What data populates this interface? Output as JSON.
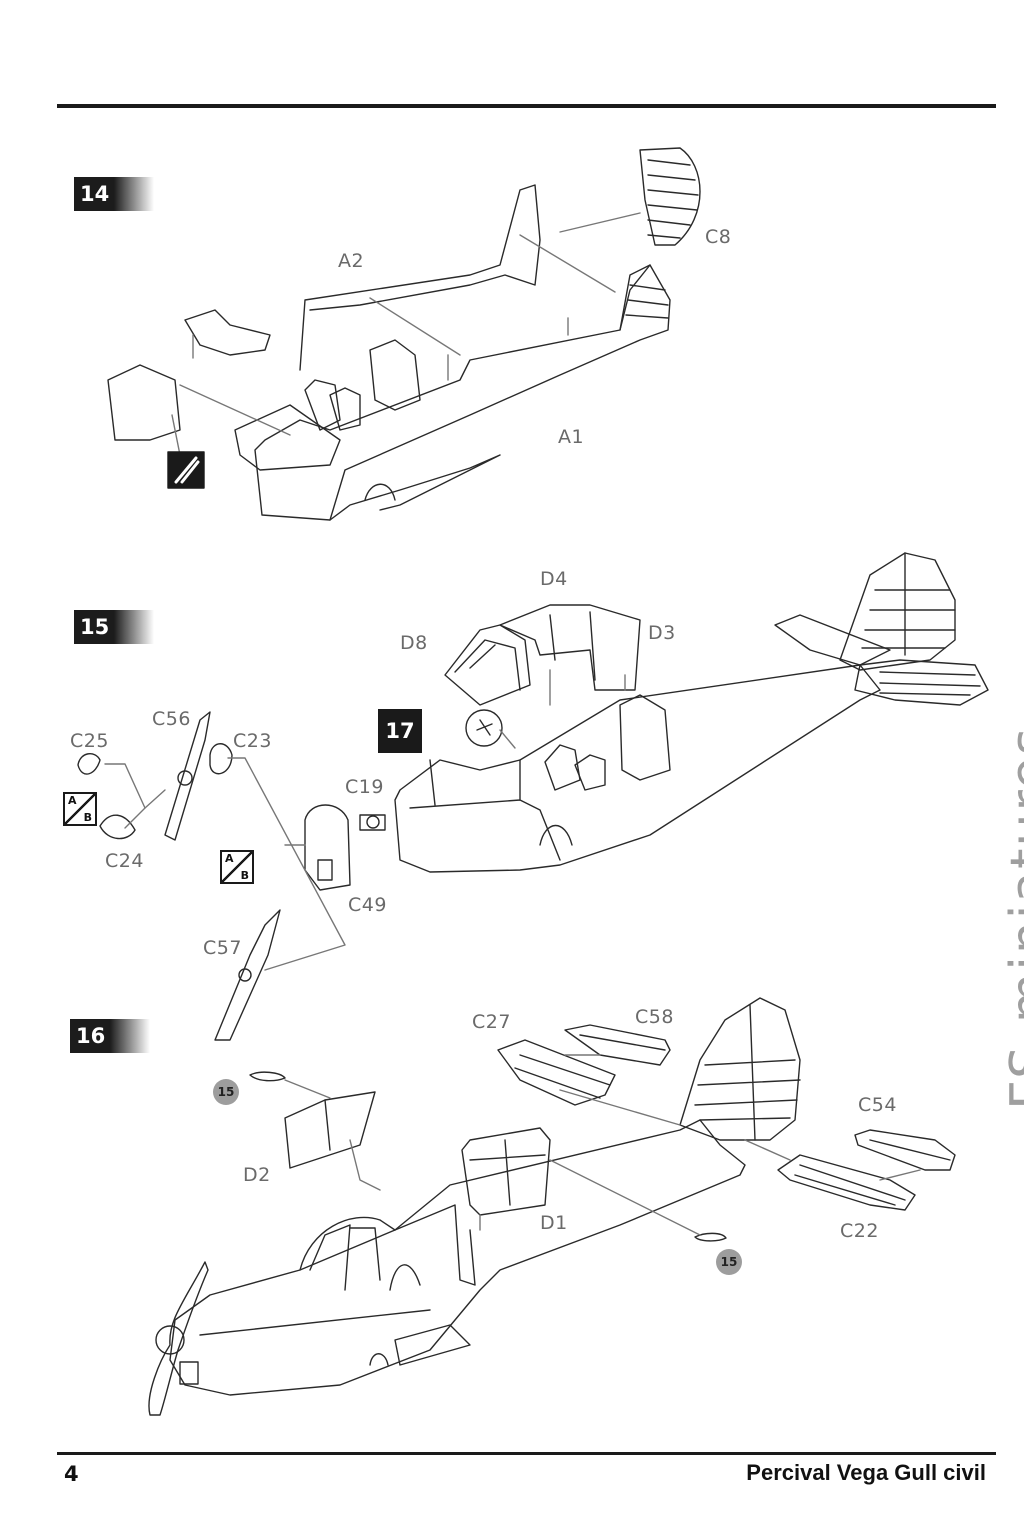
{
  "steps": [
    "14",
    "15",
    "16"
  ],
  "ref_step": "17",
  "step14": {
    "labels": {
      "c8": "C8",
      "a2": "A2",
      "a1": "A1"
    }
  },
  "step15": {
    "labels": {
      "d4": "D4",
      "d8": "D8",
      "d3": "D3",
      "c56": "C56",
      "c25": "C25",
      "c23": "C23",
      "c19": "C19",
      "c24": "C24",
      "c49": "C49",
      "c57": "C57"
    }
  },
  "step16": {
    "labels": {
      "c27": "C27",
      "c58": "C58",
      "c54": "C54",
      "d2": "D2",
      "d1": "D1",
      "c22": "C22"
    },
    "ref_circle": "15"
  },
  "ab_marker": {
    "a": "A",
    "b": "B"
  },
  "footer": {
    "page_number": "4",
    "title": "Percival Vega Gull civil"
  },
  "watermark": "FS-miniatures"
}
